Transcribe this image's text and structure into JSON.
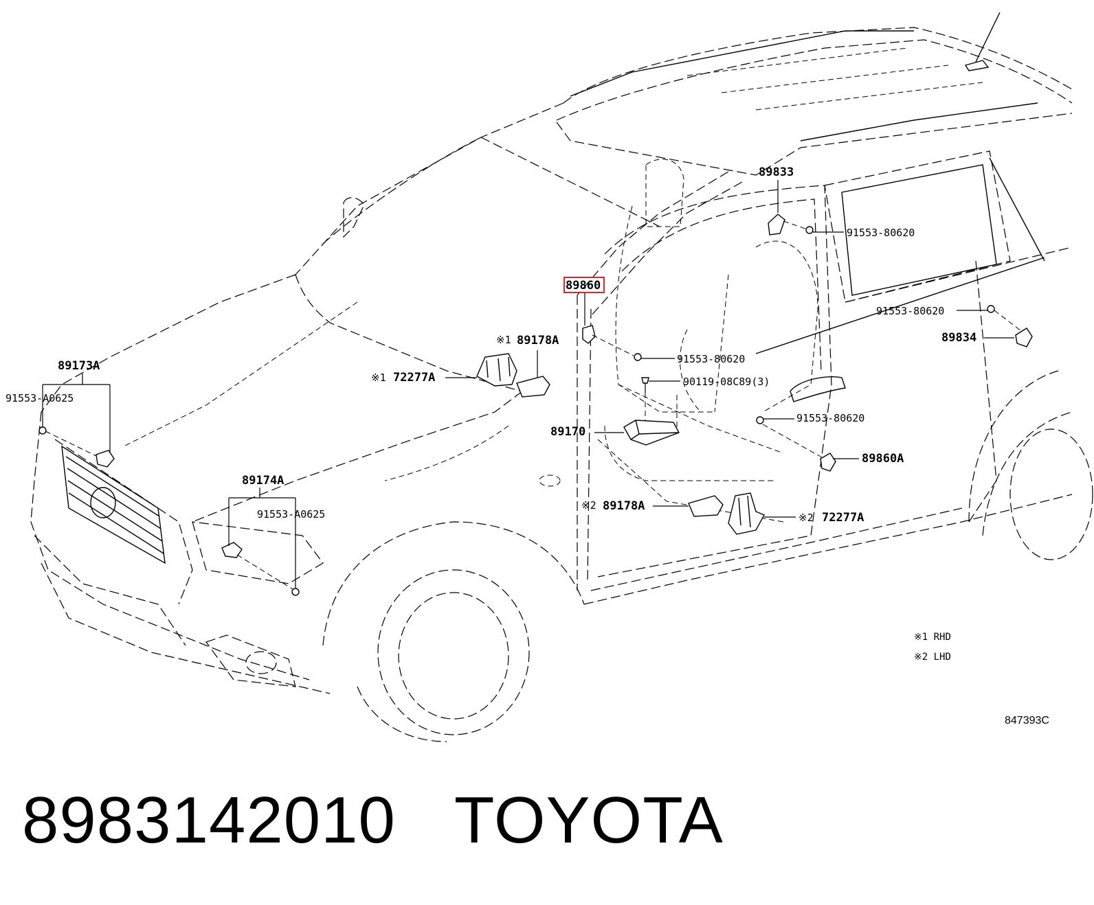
{
  "callouts": {
    "p89833": "89833",
    "b91553_80620_a": "91553-80620",
    "p89860": "89860",
    "b91553_80620_b": "91553-80620",
    "p89834": "89834",
    "rhd_mark_1": "※1",
    "p89178A_1": "89178A",
    "b91553_80620_c": "91553-80620",
    "p89173A": "89173A",
    "rhd_mark_2": "※1",
    "p72277A_1": "72277A",
    "s90119": "90119-08C89(3)",
    "b91553_A0625_a": "91553-A0625",
    "b91553_80620_d": "91553-80620",
    "p89170": "89170",
    "p89860A": "89860A",
    "p89174A": "89174A",
    "b91553_A0625_b": "91553-A0625",
    "lhd_mark_1": "※2",
    "p89178A_2": "89178A",
    "lhd_mark_2": "※2",
    "p72277A_2": "72277A"
  },
  "legend": {
    "note1": "※1 RHD",
    "note2": "※2 LHD"
  },
  "illustration_code": "847393C",
  "footer": {
    "part_number": "8983142010",
    "brand": "TOYOTA"
  },
  "colors": {
    "highlight": "#d62828",
    "line": "#000000"
  }
}
